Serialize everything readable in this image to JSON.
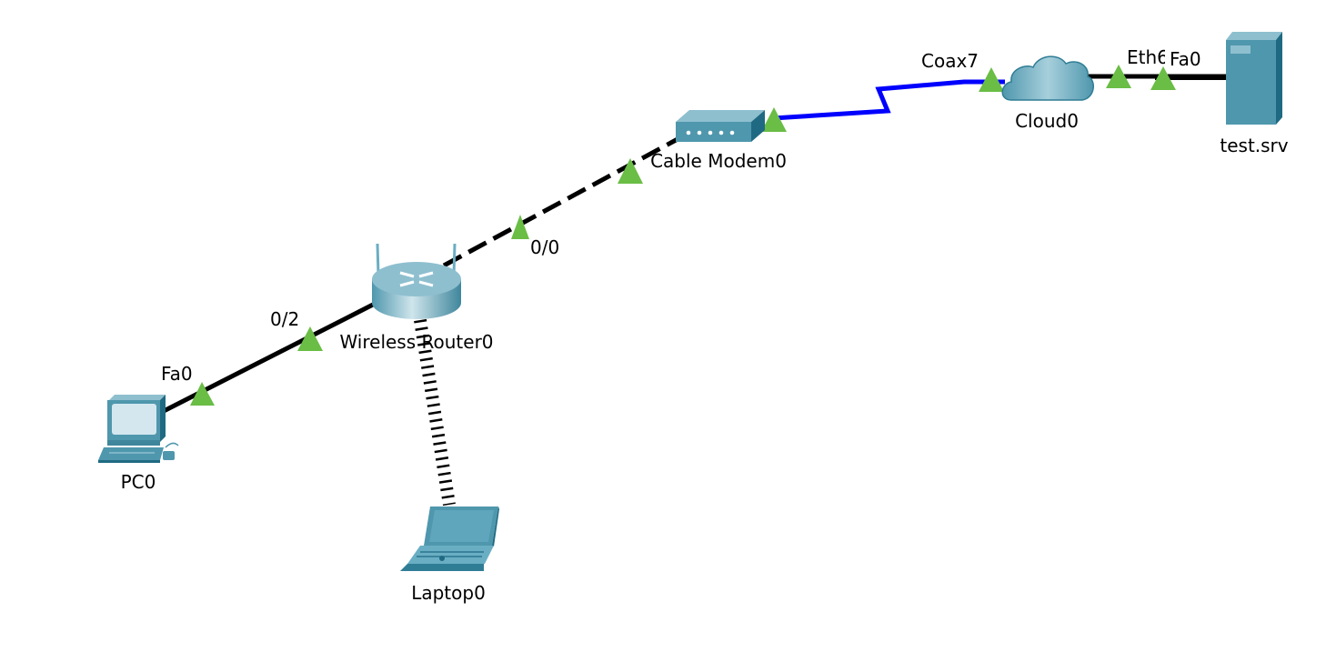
{
  "devices": {
    "pc": {
      "name": "PC0",
      "icon": "desktop-pc-icon"
    },
    "laptop": {
      "name": "Laptop0",
      "icon": "laptop-icon"
    },
    "router": {
      "name": "Wireless Router0",
      "icon": "wireless-router-icon"
    },
    "modem": {
      "name": "Cable Modem0",
      "icon": "cable-modem-icon"
    },
    "cloud": {
      "name": "Cloud0",
      "icon": "cloud-icon"
    },
    "server": {
      "name": "test.srv",
      "icon": "server-icon"
    }
  },
  "ports": {
    "pc_fa0": "Fa0",
    "router_02": "0/2",
    "router_00": "0/0",
    "cloud_coax7": "Coax7",
    "cloud_eth": "Eth6",
    "server_fa0": "Fa0"
  },
  "links": [
    {
      "from": "PC0",
      "to": "Wireless Router0",
      "type": "copper-straight",
      "status": "up"
    },
    {
      "from": "Wireless Router0",
      "to": "Laptop0",
      "type": "wireless",
      "status": "up"
    },
    {
      "from": "Wireless Router0",
      "to": "Cable Modem0",
      "type": "copper-cross",
      "status": "up"
    },
    {
      "from": "Cable Modem0",
      "to": "Cloud0",
      "type": "coaxial",
      "status": "up"
    },
    {
      "from": "Cloud0",
      "to": "test.srv",
      "type": "copper-straight",
      "status": "up"
    }
  ],
  "colors": {
    "link_status_up": "#6abd45",
    "coax_link": "#0000ff",
    "device_teal": "#4f97ad",
    "device_dark": "#1f6a82",
    "device_light": "#8ebfcf"
  }
}
